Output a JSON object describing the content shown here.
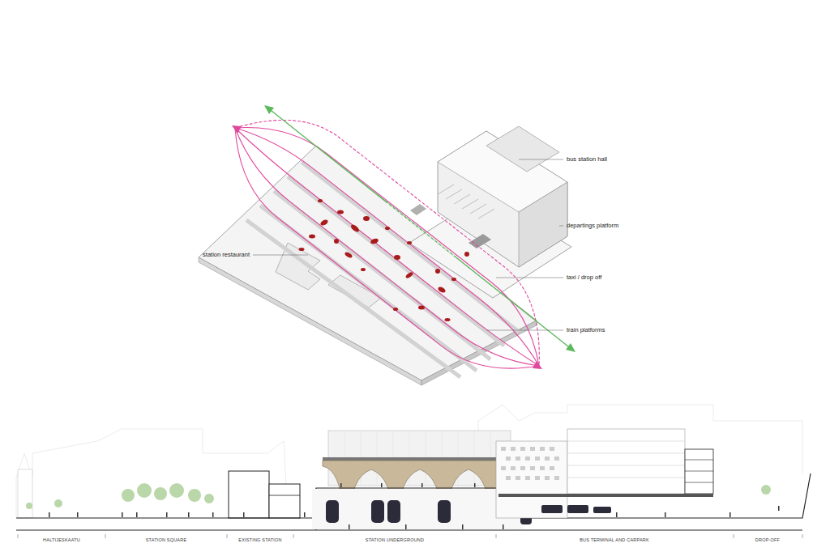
{
  "diagram": {
    "labels": [
      "station restaurant",
      "bus station hall",
      "departings platform",
      "taxi / drop off",
      "train platforms",
      "HALTIJESKAATU",
      "STATION SQUARE",
      "EXISTING STATION",
      "STATION UNDERGROUND",
      "BUS TERMINAL AND CARPARK",
      "DROP-OFF"
    ]
  }
}
